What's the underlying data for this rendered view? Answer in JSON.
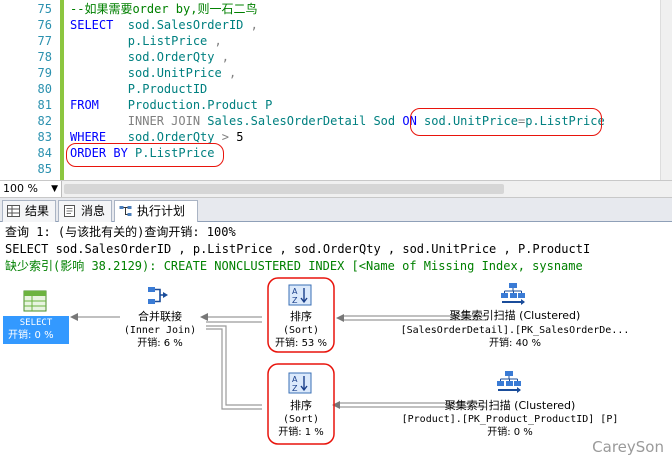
{
  "editor": {
    "lines": [
      {
        "num": "75",
        "tokens": [
          {
            "c": "cm",
            "t": "--如果需要order by,则一石二鸟"
          }
        ]
      },
      {
        "num": "76",
        "tokens": [
          {
            "c": "kw",
            "t": "SELECT  "
          },
          {
            "c": "id",
            "t": "sod.SalesOrderID"
          },
          {
            "c": "gr",
            "t": " ,"
          }
        ]
      },
      {
        "num": "77",
        "tokens": [
          {
            "c": "tx",
            "t": "        "
          },
          {
            "c": "id",
            "t": "p.ListPrice"
          },
          {
            "c": "gr",
            "t": " ,"
          }
        ]
      },
      {
        "num": "78",
        "tokens": [
          {
            "c": "tx",
            "t": "        "
          },
          {
            "c": "id",
            "t": "sod.OrderQty"
          },
          {
            "c": "gr",
            "t": " ,"
          }
        ]
      },
      {
        "num": "79",
        "tokens": [
          {
            "c": "tx",
            "t": "        "
          },
          {
            "c": "id",
            "t": "sod.UnitPrice"
          },
          {
            "c": "gr",
            "t": " ,"
          }
        ]
      },
      {
        "num": "80",
        "tokens": [
          {
            "c": "tx",
            "t": "        "
          },
          {
            "c": "id",
            "t": "P.ProductID"
          }
        ]
      },
      {
        "num": "81",
        "tokens": [
          {
            "c": "kw",
            "t": "FROM    "
          },
          {
            "c": "id",
            "t": "Production.Product P"
          }
        ]
      },
      {
        "num": "82",
        "tokens": [
          {
            "c": "tx",
            "t": "        "
          },
          {
            "c": "gr",
            "t": "INNER JOIN "
          },
          {
            "c": "id",
            "t": "Sales.SalesOrderDetail Sod "
          },
          {
            "c": "kw",
            "t": "ON "
          },
          {
            "c": "id",
            "t": "sod.UnitPrice"
          },
          {
            "c": "gr",
            "t": "="
          },
          {
            "c": "id",
            "t": "p.ListPrice"
          }
        ]
      },
      {
        "num": "83",
        "tokens": [
          {
            "c": "kw",
            "t": "WHERE   "
          },
          {
            "c": "id",
            "t": "sod.OrderQty"
          },
          {
            "c": "gr",
            "t": " > "
          },
          {
            "c": "tx",
            "t": "5"
          }
        ]
      },
      {
        "num": "84",
        "tokens": [
          {
            "c": "kw",
            "t": "ORDER BY "
          },
          {
            "c": "id",
            "t": "P.ListPrice"
          }
        ]
      },
      {
        "num": "85",
        "tokens": []
      }
    ]
  },
  "zoom": {
    "value": "100 %"
  },
  "tabs": [
    {
      "label": "结果",
      "icon": "grid-icon",
      "active": false
    },
    {
      "label": "消息",
      "icon": "message-icon",
      "active": false
    },
    {
      "label": "执行计划",
      "icon": "execution-plan-icon",
      "active": true
    }
  ],
  "plan": {
    "query_header": "查询 1: (与该批有关的)查询开销: 100%",
    "query_text": "SELECT sod.SalesOrderID , p.ListPrice , sod.OrderQty , sod.UnitPrice , P.ProductI",
    "missing_index": "缺少索引(影响 38.2129): CREATE NONCLUSTERED INDEX [<Name of Missing Index, sysname",
    "nodes": {
      "select": {
        "name": "SELECT",
        "cost": "开销: 0 %",
        "icon": "select-icon"
      },
      "merge_join": {
        "name": "合并联接",
        "sub": "(Inner Join)",
        "cost": "开销: 6 %",
        "icon": "merge-join-icon"
      },
      "sort1": {
        "name": "排序",
        "sub": "(Sort)",
        "cost": "开销: 53 %",
        "icon": "sort-icon"
      },
      "sort2": {
        "name": "排序",
        "sub": "(Sort)",
        "cost": "开销: 1 %",
        "icon": "sort-icon"
      },
      "scan1": {
        "name": "聚集索引扫描 (Clustered)",
        "sub": "[SalesOrderDetail].[PK_SalesOrderDe...",
        "cost": "开销: 40 %",
        "icon": "clustered-index-scan-icon"
      },
      "scan2": {
        "name": "聚集索引扫描 (Clustered)",
        "sub": "[Product].[PK_Product_ProductID] [P]",
        "cost": "开销: 0 %",
        "icon": "clustered-index-scan-icon"
      }
    }
  },
  "watermark": "CareySon",
  "colors": {
    "keyword": "#0000ff",
    "identifier": "#008080",
    "comment": "#008000",
    "highlight": "#e8140c",
    "selection": "#3399ff"
  }
}
